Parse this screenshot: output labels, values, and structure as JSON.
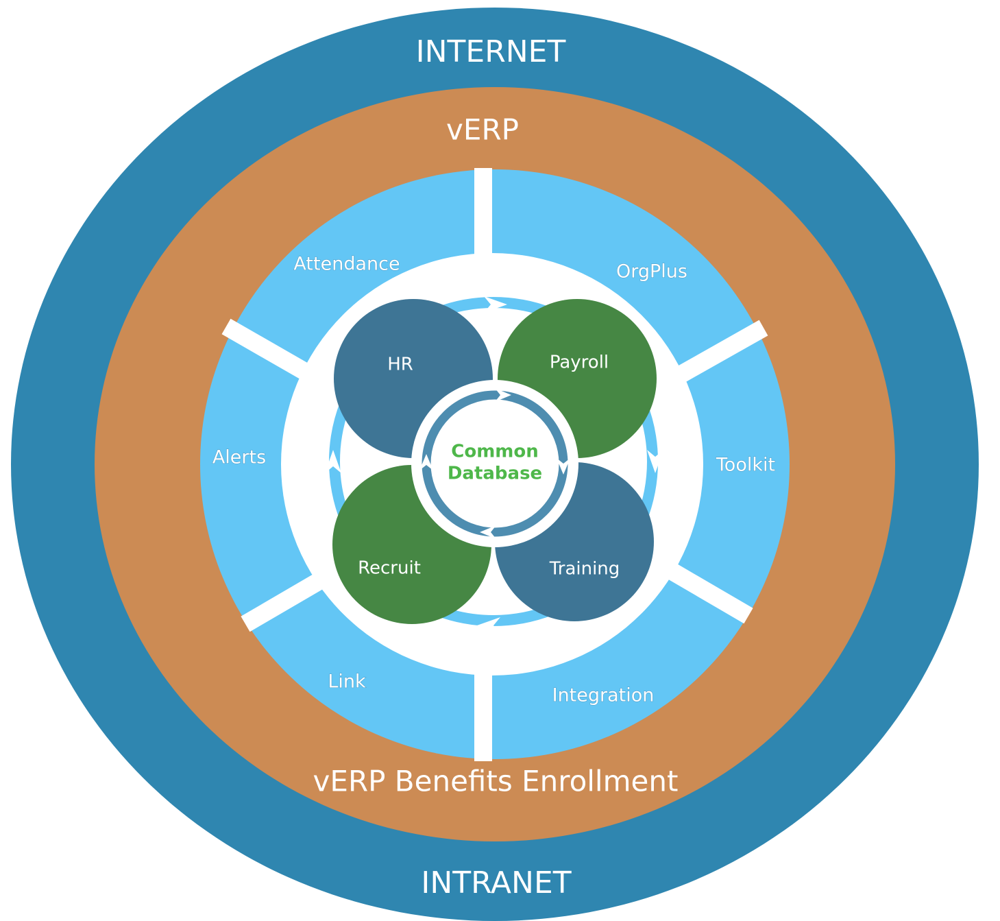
{
  "colors": {
    "internet_ring": "#2F86B0",
    "verp_ring": "#CC8B54",
    "module_ring": "#63C6F5",
    "separator": "#ffffff",
    "petal_blue": "#3E7595",
    "petal_green": "#468744",
    "core_ring": "#4E8DB0",
    "core_text": "#4EB74A",
    "cycle_arrow": "#63C6F5"
  },
  "rings": {
    "outer_top": "INTERNET",
    "outer_bottom": "INTRANET",
    "middle_top": "vERP",
    "middle_bottom": "vERP Benefits Enrollment"
  },
  "modules": [
    {
      "label": "Attendance"
    },
    {
      "label": "OrgPlus"
    },
    {
      "label": "Toolkit"
    },
    {
      "label": "Integration"
    },
    {
      "label": "Link"
    },
    {
      "label": "Alerts"
    }
  ],
  "petals": [
    {
      "label": "HR",
      "color": "petal_blue"
    },
    {
      "label": "Payroll",
      "color": "petal_green"
    },
    {
      "label": "Training",
      "color": "petal_blue"
    },
    {
      "label": "Recruit",
      "color": "petal_green"
    }
  ],
  "core": {
    "line1": "Common",
    "line2": "Database"
  }
}
